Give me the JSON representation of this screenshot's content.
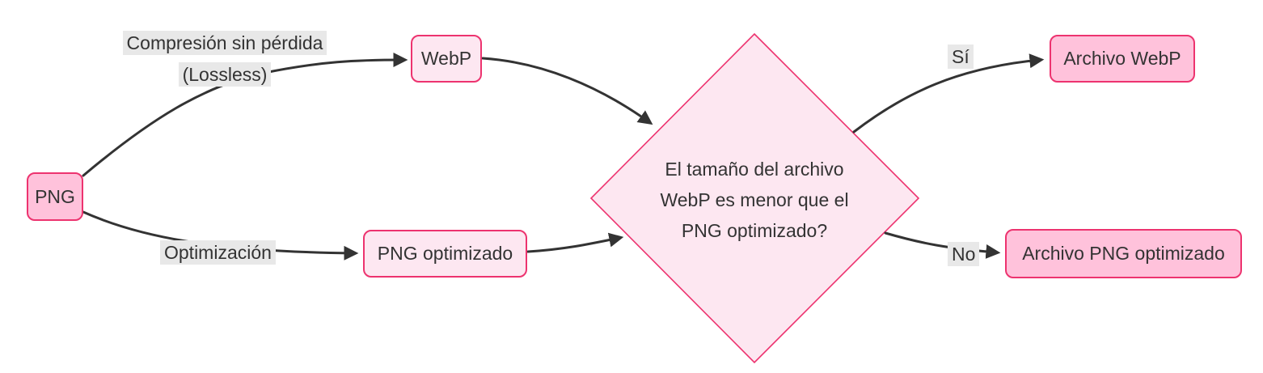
{
  "diagram": {
    "type": "flowchart",
    "direction": "left-to-right",
    "colors": {
      "background": "#ffffff",
      "node_fill_primary": "#ffc2db",
      "node_fill_secondary": "#fde7f1",
      "node_border": "#ed336f",
      "edge_color": "#333333",
      "text_color": "#333333",
      "edge_label_bg": "#e8e8e8"
    },
    "nodes": {
      "png": {
        "label": "PNG",
        "shape": "rounded-rect"
      },
      "webp": {
        "label": "WebP",
        "shape": "rounded-rect"
      },
      "png_optimizado": {
        "label": "PNG optimizado",
        "shape": "rounded-rect"
      },
      "decision": {
        "shape": "diamond",
        "label": "El tamaño del archivo WebP es menor que el PNG optimizado?",
        "label_lines": {
          "0": "El tamaño del archivo",
          "1": "WebP es menor que el",
          "2": "PNG optimizado?"
        }
      },
      "archivo_webp": {
        "label": "Archivo WebP",
        "shape": "rounded-rect"
      },
      "archivo_png_optimizado": {
        "label": "Archivo PNG optimizado",
        "shape": "rounded-rect"
      }
    },
    "edge_labels": {
      "compresion": {
        "lines": {
          "0": "Compresión sin pérdida",
          "1": "(Lossless)"
        }
      },
      "optimizacion": {
        "label": "Optimización"
      },
      "si": {
        "label": "Sí"
      },
      "no": {
        "label": "No"
      }
    },
    "edges": [
      {
        "from": "PNG",
        "to": "WebP",
        "label": "Compresión sin pérdida (Lossless)"
      },
      {
        "from": "PNG",
        "to": "PNG optimizado",
        "label": "Optimización"
      },
      {
        "from": "WebP",
        "to": "decision",
        "label": ""
      },
      {
        "from": "PNG optimizado",
        "to": "decision",
        "label": ""
      },
      {
        "from": "decision",
        "to": "Archivo WebP",
        "label": "Sí"
      },
      {
        "from": "decision",
        "to": "Archivo PNG optimizado",
        "label": "No"
      }
    ]
  }
}
